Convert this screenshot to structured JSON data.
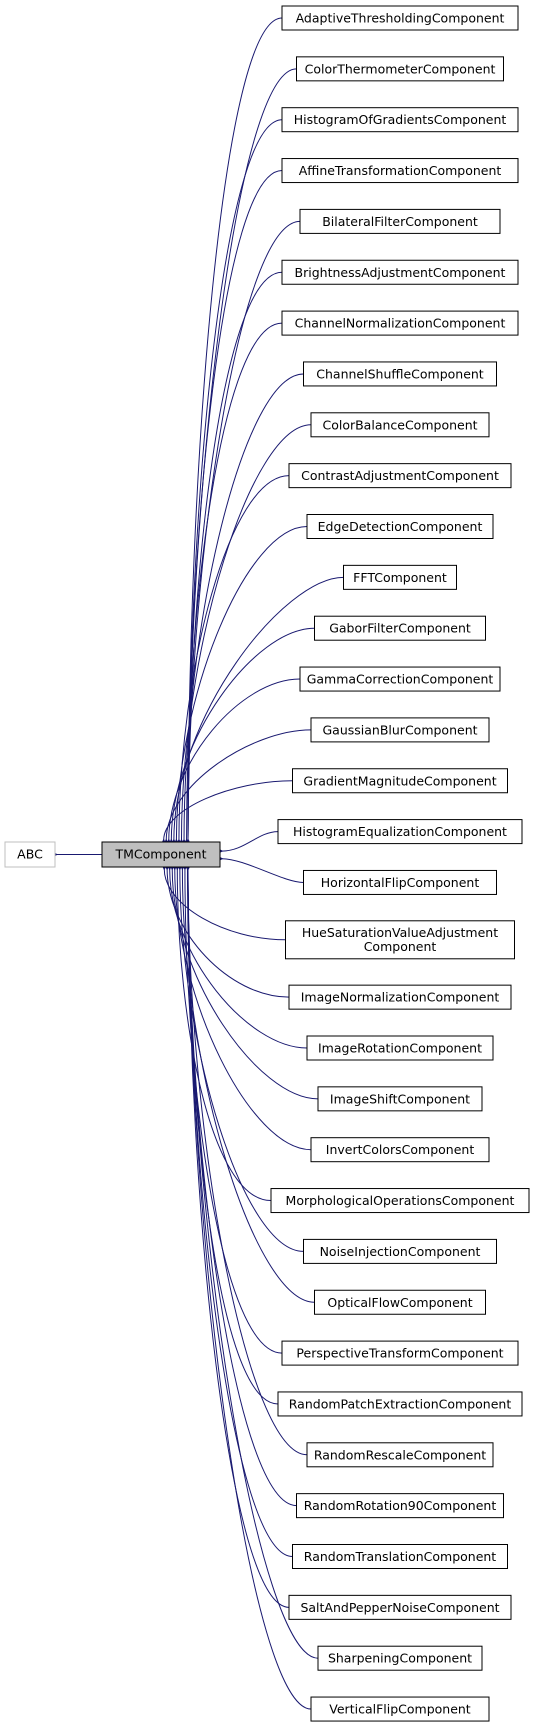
{
  "colors": {
    "edge": "#191970",
    "node_border": "#000000",
    "base_border": "#bfbfbf",
    "center_fill": "#bfbfbf",
    "background": "#ffffff"
  },
  "base": {
    "label": "ABC"
  },
  "center": {
    "label": "TMComponent"
  },
  "children": [
    {
      "label": "AdaptiveThresholdingComponent"
    },
    {
      "label": "ColorThermometerComponent"
    },
    {
      "label": "HistogramOfGradientsComponent"
    },
    {
      "label": "AffineTransformationComponent"
    },
    {
      "label": "BilateralFilterComponent"
    },
    {
      "label": "BrightnessAdjustmentComponent"
    },
    {
      "label": "ChannelNormalizationComponent"
    },
    {
      "label": "ChannelShuffleComponent"
    },
    {
      "label": "ColorBalanceComponent"
    },
    {
      "label": "ContrastAdjustmentComponent"
    },
    {
      "label": "EdgeDetectionComponent"
    },
    {
      "label": "FFTComponent"
    },
    {
      "label": "GaborFilterComponent"
    },
    {
      "label": "GammaCorrectionComponent"
    },
    {
      "label": "GaussianBlurComponent"
    },
    {
      "label": "GradientMagnitudeComponent"
    },
    {
      "label": "HistogramEqualizationComponent"
    },
    {
      "label": "HorizontalFlipComponent"
    },
    {
      "label": "HueSaturationValueAdjustment",
      "label2": "Component"
    },
    {
      "label": "ImageNormalizationComponent"
    },
    {
      "label": "ImageRotationComponent"
    },
    {
      "label": "ImageShiftComponent"
    },
    {
      "label": "InvertColorsComponent"
    },
    {
      "label": "MorphologicalOperationsComponent"
    },
    {
      "label": "NoiseInjectionComponent"
    },
    {
      "label": "OpticalFlowComponent"
    },
    {
      "label": "PerspectiveTransformComponent"
    },
    {
      "label": "RandomPatchExtractionComponent"
    },
    {
      "label": "RandomRescaleComponent"
    },
    {
      "label": "RandomRotation90Component"
    },
    {
      "label": "RandomTranslationComponent"
    },
    {
      "label": "SaltAndPepperNoiseComponent"
    },
    {
      "label": "SharpeningComponent"
    },
    {
      "label": "VerticalFlipComponent"
    }
  ]
}
